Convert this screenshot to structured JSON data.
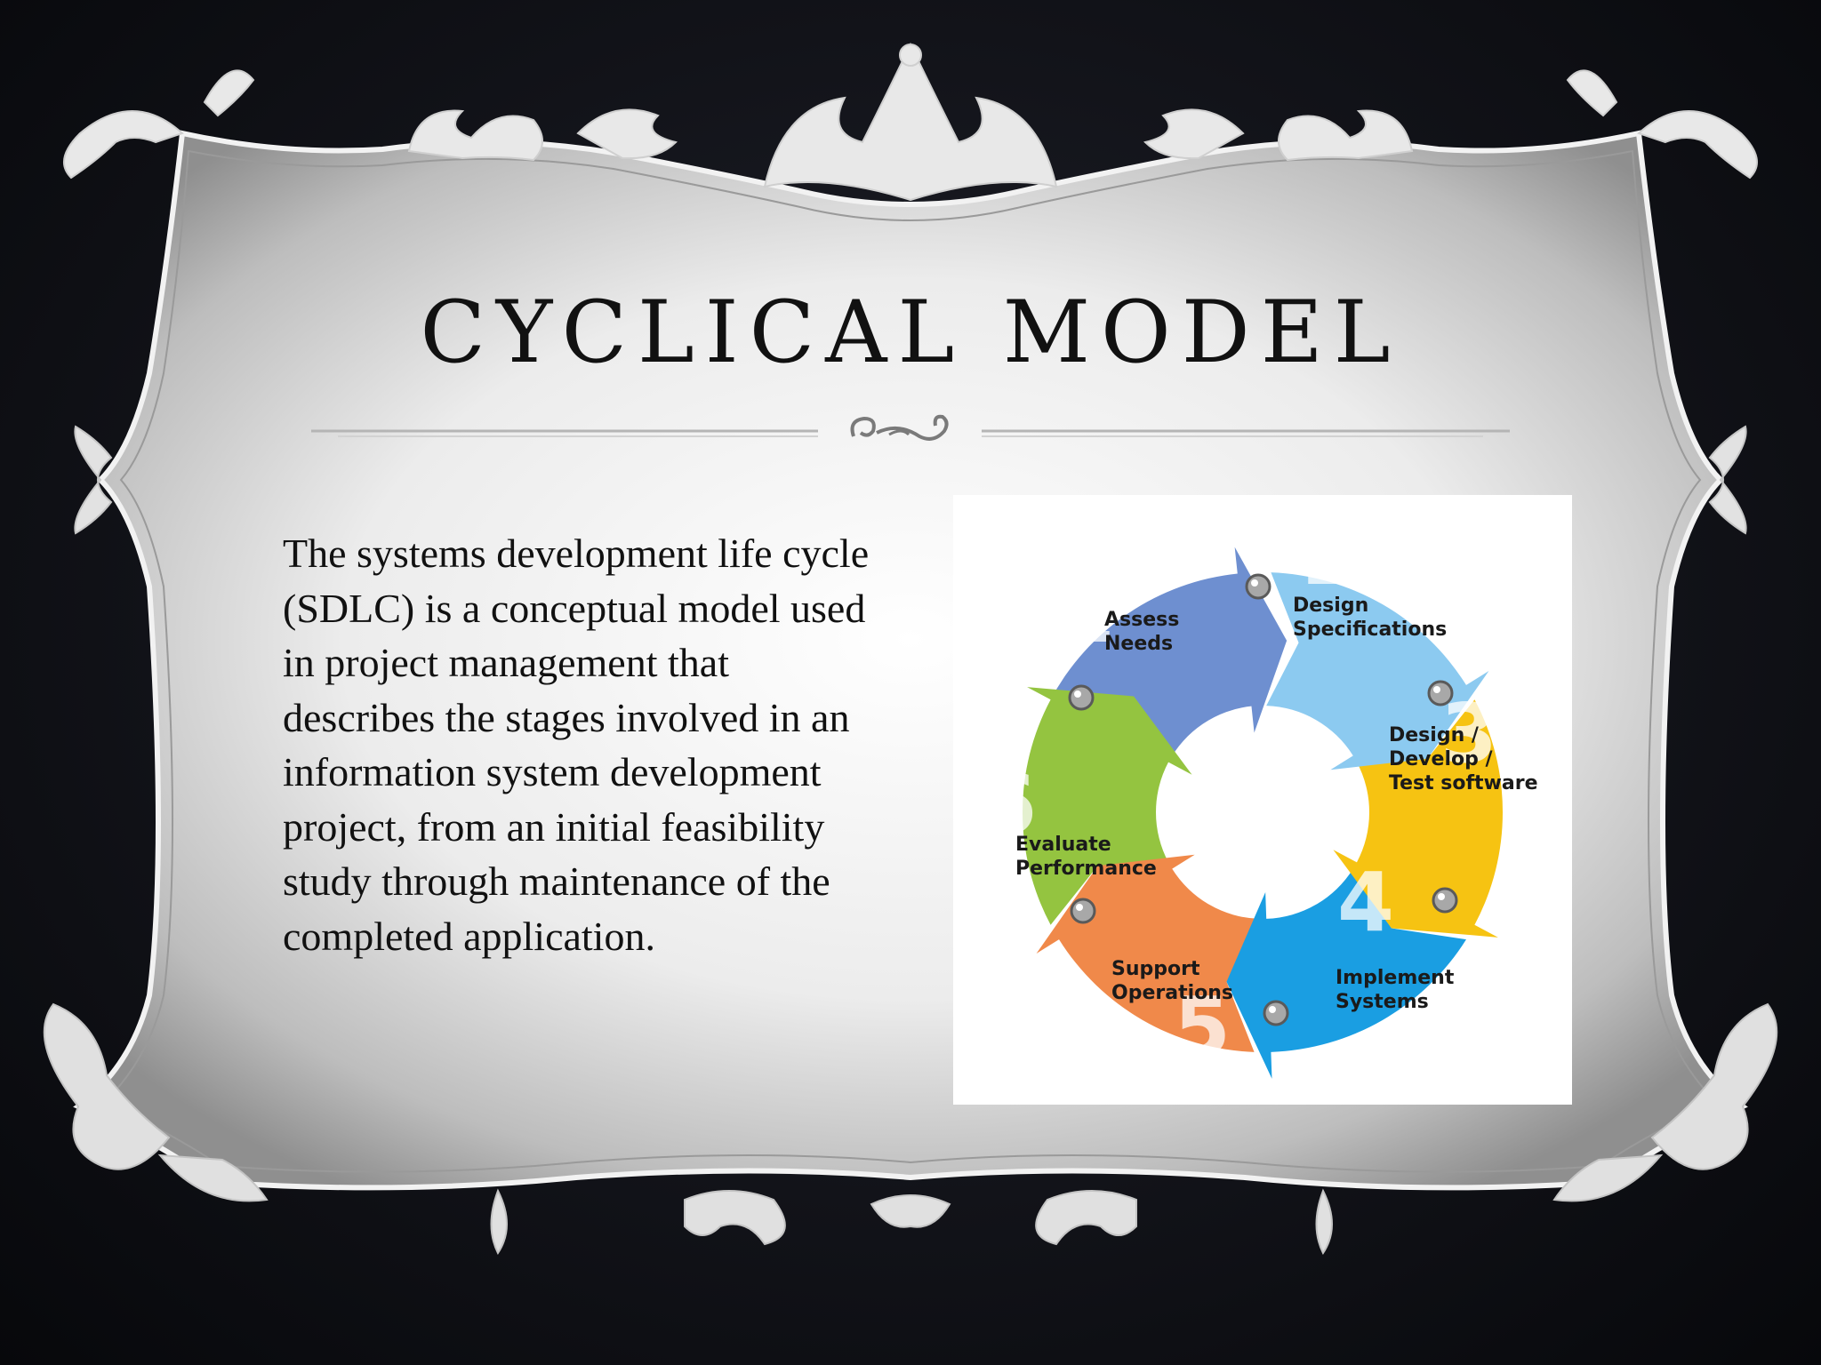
{
  "slide": {
    "title": "CYCLICAL MODEL",
    "body": "The systems development life cycle (SDLC) is a conceptual model used in project management that describes the stages involved in an information system development project, from an initial feasibility study through maintenance of the completed application."
  },
  "diagram": {
    "stages": [
      {
        "number": "1",
        "lines": [
          "Assess",
          "Needs"
        ],
        "color": "#6e8fd0",
        "icon": "arrow-segment"
      },
      {
        "number": "2",
        "lines": [
          "Design",
          "Specifications"
        ],
        "color": "#8ccaf0",
        "icon": "arrow-segment"
      },
      {
        "number": "3",
        "lines": [
          "Design /",
          "Develop /",
          "Test software"
        ],
        "color": "#f6c312",
        "icon": "arrow-segment"
      },
      {
        "number": "4",
        "lines": [
          "Implement",
          "Systems"
        ],
        "color": "#1a9ee2",
        "icon": "arrow-segment"
      },
      {
        "number": "5",
        "lines": [
          "Support",
          "Operations"
        ],
        "color": "#f0894a",
        "icon": "arrow-segment"
      },
      {
        "number": "6",
        "lines": [
          "Evaluate",
          "Performance"
        ],
        "color": "#94c440",
        "icon": "arrow-segment"
      }
    ]
  },
  "colors": {
    "background": "#121319",
    "frame": "#dcdcdc",
    "text": "#111111"
  }
}
